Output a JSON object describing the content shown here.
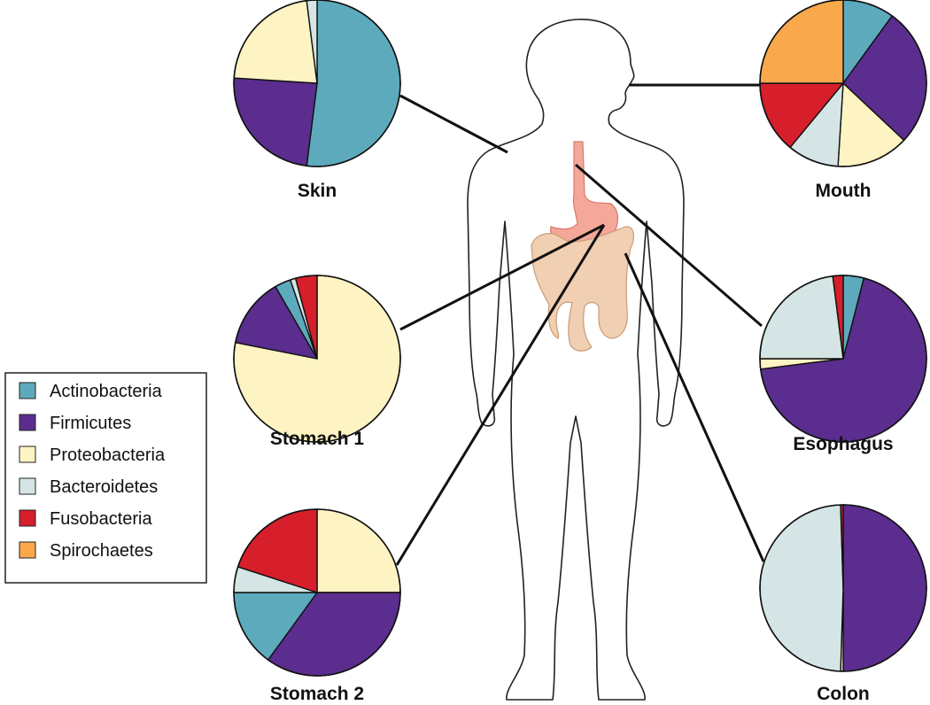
{
  "legend": {
    "items": [
      {
        "key": "actinobacteria",
        "label": "Actinobacteria",
        "color": "#5daabd"
      },
      {
        "key": "firmicutes",
        "label": "Firmicutes",
        "color": "#5b2d8e"
      },
      {
        "key": "proteobacteria",
        "label": "Proteobacteria",
        "color": "#fdf3c3"
      },
      {
        "key": "bacteroidetes",
        "label": "Bacteroidetes",
        "color": "#d5e5e5"
      },
      {
        "key": "fusobacteria",
        "label": "Fusobacteria",
        "color": "#d71f2b"
      },
      {
        "key": "spirochaetes",
        "label": "Spirochaetes",
        "color": "#f9a94b"
      }
    ]
  },
  "chart_data": [
    {
      "type": "pie",
      "title": "Skin",
      "slices": [
        {
          "category": "actinobacteria",
          "value": 52
        },
        {
          "category": "firmicutes",
          "value": 24
        },
        {
          "category": "proteobacteria",
          "value": 22
        },
        {
          "category": "bacteroidetes",
          "value": 2
        }
      ]
    },
    {
      "type": "pie",
      "title": "Mouth",
      "slices": [
        {
          "category": "actinobacteria",
          "value": 10
        },
        {
          "category": "firmicutes",
          "value": 27
        },
        {
          "category": "proteobacteria",
          "value": 14
        },
        {
          "category": "bacteroidetes",
          "value": 10
        },
        {
          "category": "fusobacteria",
          "value": 14
        },
        {
          "category": "spirochaetes",
          "value": 25
        }
      ]
    },
    {
      "type": "pie",
      "title": "Stomach 1",
      "slices": [
        {
          "category": "proteobacteria",
          "value": 75
        },
        {
          "category": "firmicutes",
          "value": 13
        },
        {
          "category": "actinobacteria",
          "value": 3
        },
        {
          "category": "bacteroidetes",
          "value": 1
        },
        {
          "category": "fusobacteria",
          "value": 4
        }
      ]
    },
    {
      "type": "pie",
      "title": "Esophagus",
      "slices": [
        {
          "category": "actinobacteria",
          "value": 4
        },
        {
          "category": "firmicutes",
          "value": 69
        },
        {
          "category": "proteobacteria",
          "value": 2
        },
        {
          "category": "bacteroidetes",
          "value": 23
        },
        {
          "category": "fusobacteria",
          "value": 2
        }
      ]
    },
    {
      "type": "pie",
      "title": "Stomach 2",
      "slices": [
        {
          "category": "proteobacteria",
          "value": 25
        },
        {
          "category": "firmicutes",
          "value": 35
        },
        {
          "category": "actinobacteria",
          "value": 15
        },
        {
          "category": "bacteroidetes",
          "value": 5
        },
        {
          "category": "fusobacteria",
          "value": 20
        }
      ]
    },
    {
      "type": "pie",
      "title": "Colon",
      "slices": [
        {
          "category": "firmicutes",
          "value": 50
        },
        {
          "category": "proteobacteria",
          "value": 0.5
        },
        {
          "category": "bacteroidetes",
          "value": 49
        },
        {
          "category": "fusobacteria",
          "value": 0.5
        }
      ]
    }
  ]
}
